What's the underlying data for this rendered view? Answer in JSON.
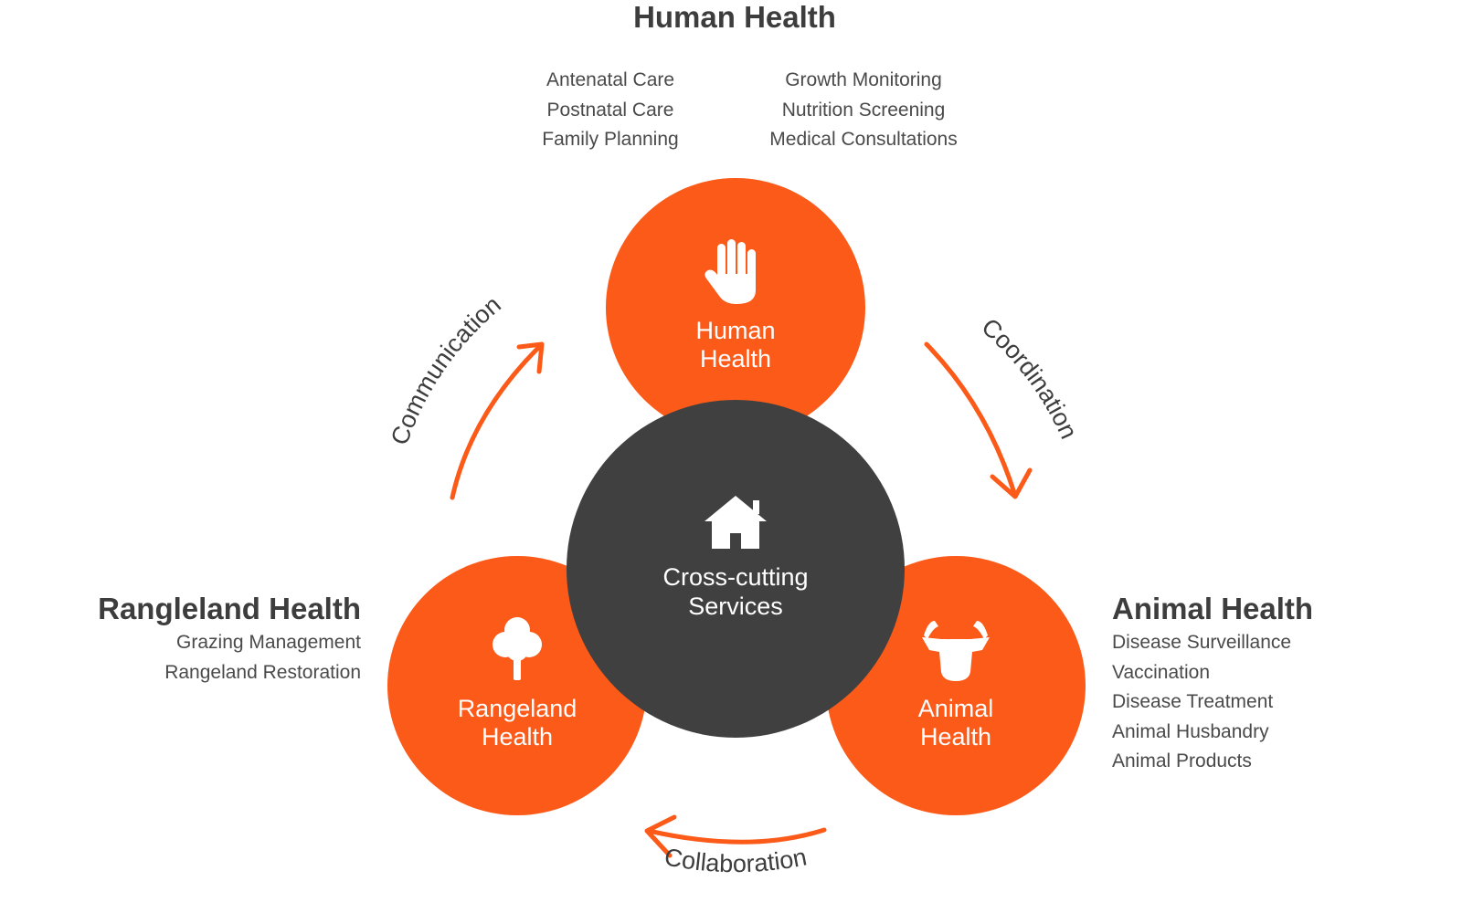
{
  "human_health": {
    "heading": "Human Health",
    "circle_label_line1": "Human",
    "circle_label_line2": "Health",
    "icon": "hand-icon",
    "services_col1": [
      "Antenatal Care",
      "Postnatal Care",
      "Family Planning"
    ],
    "services_col2": [
      "Growth Monitoring",
      "Nutrition Screening",
      "Medical Consultations"
    ]
  },
  "rangeland_health": {
    "heading": "Rangleland Health",
    "circle_label_line1": "Rangeland",
    "circle_label_line2": "Health",
    "icon": "tree-icon",
    "services": [
      "Grazing Management",
      "Rangeland Restoration"
    ]
  },
  "animal_health": {
    "heading": "Animal Health",
    "circle_label_line1": "Animal",
    "circle_label_line2": "Health",
    "icon": "cow-icon",
    "services": [
      "Disease Surveillance",
      "Vaccination",
      "Disease Treatment",
      "Animal Husbandry",
      "Animal Products"
    ]
  },
  "center": {
    "label_line1": "Cross-cutting",
    "label_line2": "Services",
    "icon": "house-icon"
  },
  "connectors": {
    "communication": "Communication",
    "coordination": "Coordination",
    "collaboration": "Collaboration"
  },
  "colors": {
    "accent": "#fb5a18",
    "center": "#404040",
    "heading_text": "#3d3d3d",
    "body_text": "#4a4a4a",
    "circle_text": "#ffffff"
  }
}
